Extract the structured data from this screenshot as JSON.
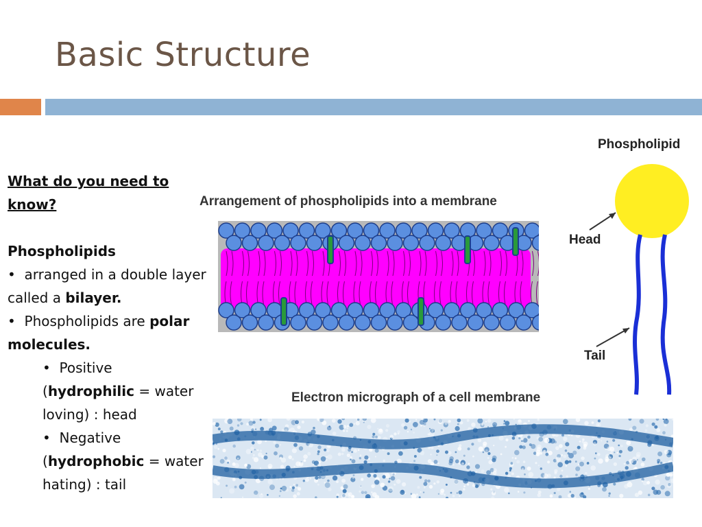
{
  "slide": {
    "title": "Basic Structure"
  },
  "body": {
    "heading": "What do you need to know?",
    "section": "Phospholipids",
    "bullet1_pre": "arranged in a double layer called a ",
    "bullet1_bold": "bilayer.",
    "bullet2_pre": "Phospholipids are ",
    "bullet2_bold": "polar molecules.",
    "sub1_line1": "Positive",
    "sub1_open": "(",
    "sub1_bold": "hydrophilic",
    "sub1_rest": " = water loving) : head",
    "sub2_line1": "Negative",
    "sub2_open": "(",
    "sub2_bold": "hydrophobic",
    "sub2_rest": " = water hating) : tail",
    "bullet_glyph": "•"
  },
  "figures": {
    "arrangement_caption": "Arrangement of phospholipids into a membrane",
    "micrograph_caption": "Electron micrograph of a cell membrane",
    "phospholipid_title": "Phospholipid",
    "head_label": "Head",
    "tail_label": "Tail"
  },
  "colors": {
    "title": "#6b5647",
    "accent_orange": "#e0854a",
    "accent_blue": "#8fb3d4",
    "membrane_core": "#ff00ff",
    "head_blue": "#5b8fe0",
    "phospholipid_head": "#ffee22",
    "phospholipid_tail": "#1a2fd6"
  }
}
